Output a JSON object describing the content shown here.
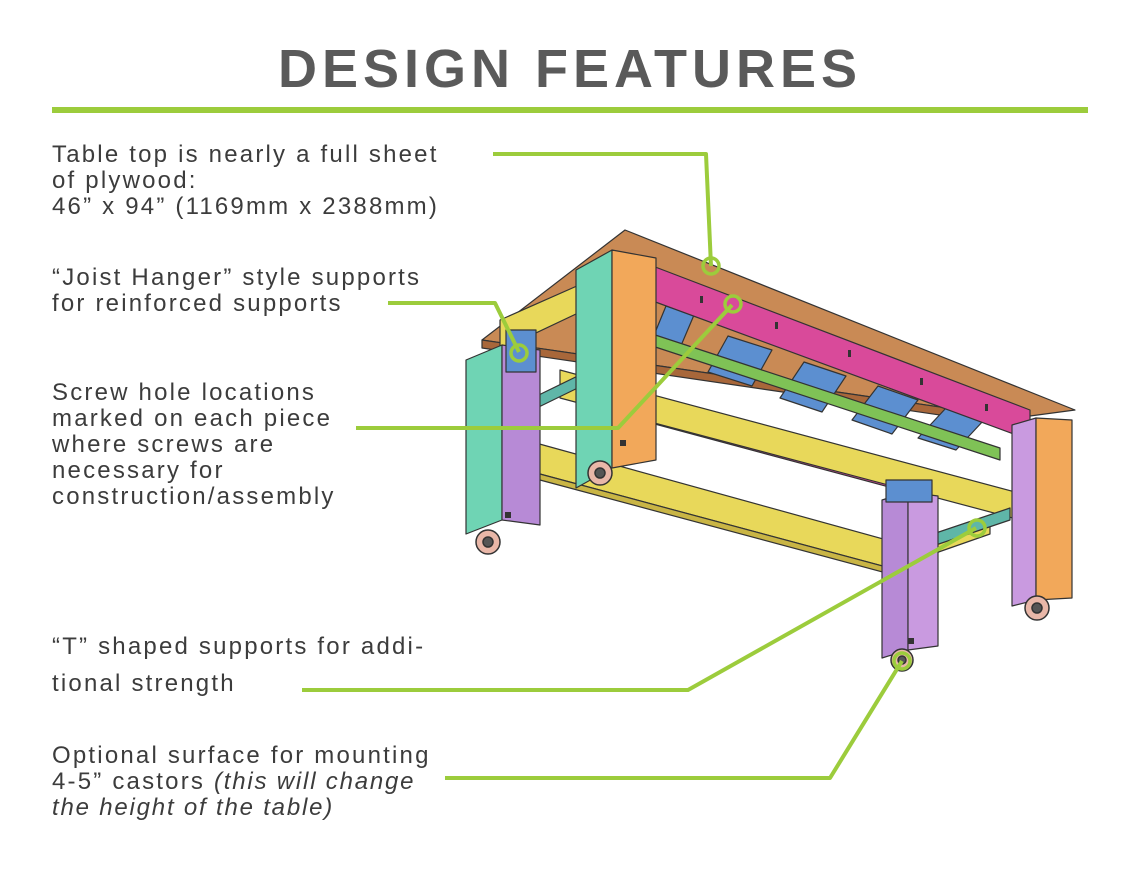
{
  "title": "DESIGN FEATURES",
  "accent_color": "#9ccc3c",
  "callouts": [
    {
      "lines": [
        "Table top is nearly a full sheet",
        "of plywood:",
        "46” x 94” (1169mm x 2388mm)"
      ]
    },
    {
      "lines": [
        "“Joist Hanger” style supports",
        "for reinforced supports"
      ]
    },
    {
      "lines": [
        "Screw hole locations",
        "marked on each piece",
        "where screws are",
        "necessary for",
        "construction/assembly"
      ]
    },
    {
      "lines": [
        "“T” shaped supports for addi-",
        "tional strength"
      ]
    },
    {
      "line1": "Optional surface for mounting",
      "line2_normal": "4-5” castors ",
      "line2_italic": "(this will change",
      "line3_italic": "the height of the table)"
    }
  ]
}
